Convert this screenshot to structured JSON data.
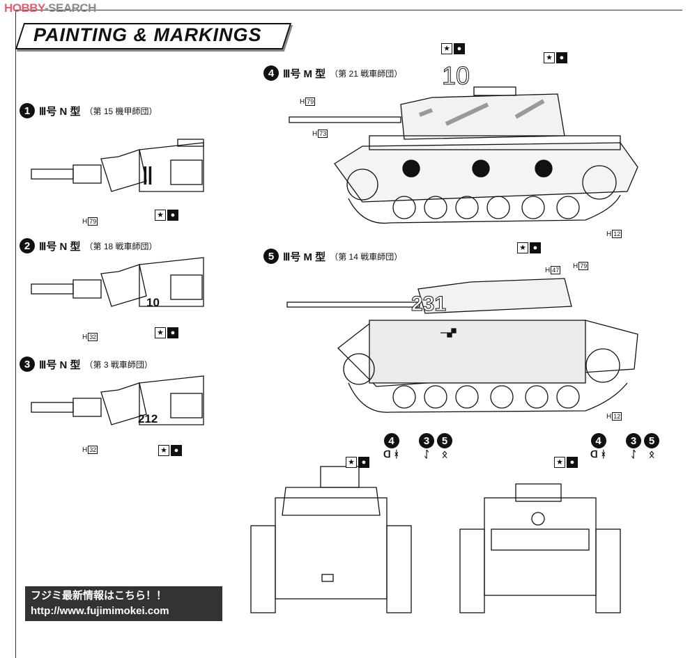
{
  "watermark": {
    "part1": "HOBBY",
    "part2": "SEARCH"
  },
  "title": "PAINTING & MARKINGS",
  "sections": [
    {
      "num": "1",
      "title": "Ⅲ号 N 型",
      "unit": "（第 15 機甲師団）",
      "codes": [
        {
          "p": "H",
          "c": "79"
        }
      ],
      "marking": "Ⅱ"
    },
    {
      "num": "2",
      "title": "Ⅲ号 N 型",
      "unit": "（第 18 戦車師団）",
      "codes": [
        {
          "p": "H",
          "c": "32"
        }
      ],
      "marking": "10"
    },
    {
      "num": "3",
      "title": "Ⅲ号 N 型",
      "unit": "（第 3 戦車師団）",
      "codes": [
        {
          "p": "H",
          "c": "32"
        }
      ],
      "marking": "212"
    },
    {
      "num": "4",
      "title": "Ⅲ号 M 型",
      "unit": "（第 21 戦車師団）",
      "codes": [
        {
          "p": "H",
          "c": "79"
        },
        {
          "p": "H",
          "c": "73"
        },
        {
          "p": "H",
          "c": "12"
        }
      ],
      "marking": "10"
    },
    {
      "num": "5",
      "title": "Ⅲ号 M 型",
      "unit": "（第 14 戦車師団）",
      "codes": [
        {
          "p": "H",
          "c": "47"
        },
        {
          "p": "H",
          "c": "79"
        },
        {
          "p": "H",
          "c": "12"
        }
      ],
      "marking": "231"
    }
  ],
  "decal_symbols": {
    "a": "★",
    "b": "●"
  },
  "bottom": {
    "n4": "4",
    "n3": "3",
    "n5": "5",
    "s4": "ᗡ ᚼ",
    "s3": "ᛇ",
    "s5": "ᛟ"
  },
  "ad": {
    "line1": "フジミ最新情報はこちら！！",
    "line2": "http://www.fujimimokei.com"
  }
}
